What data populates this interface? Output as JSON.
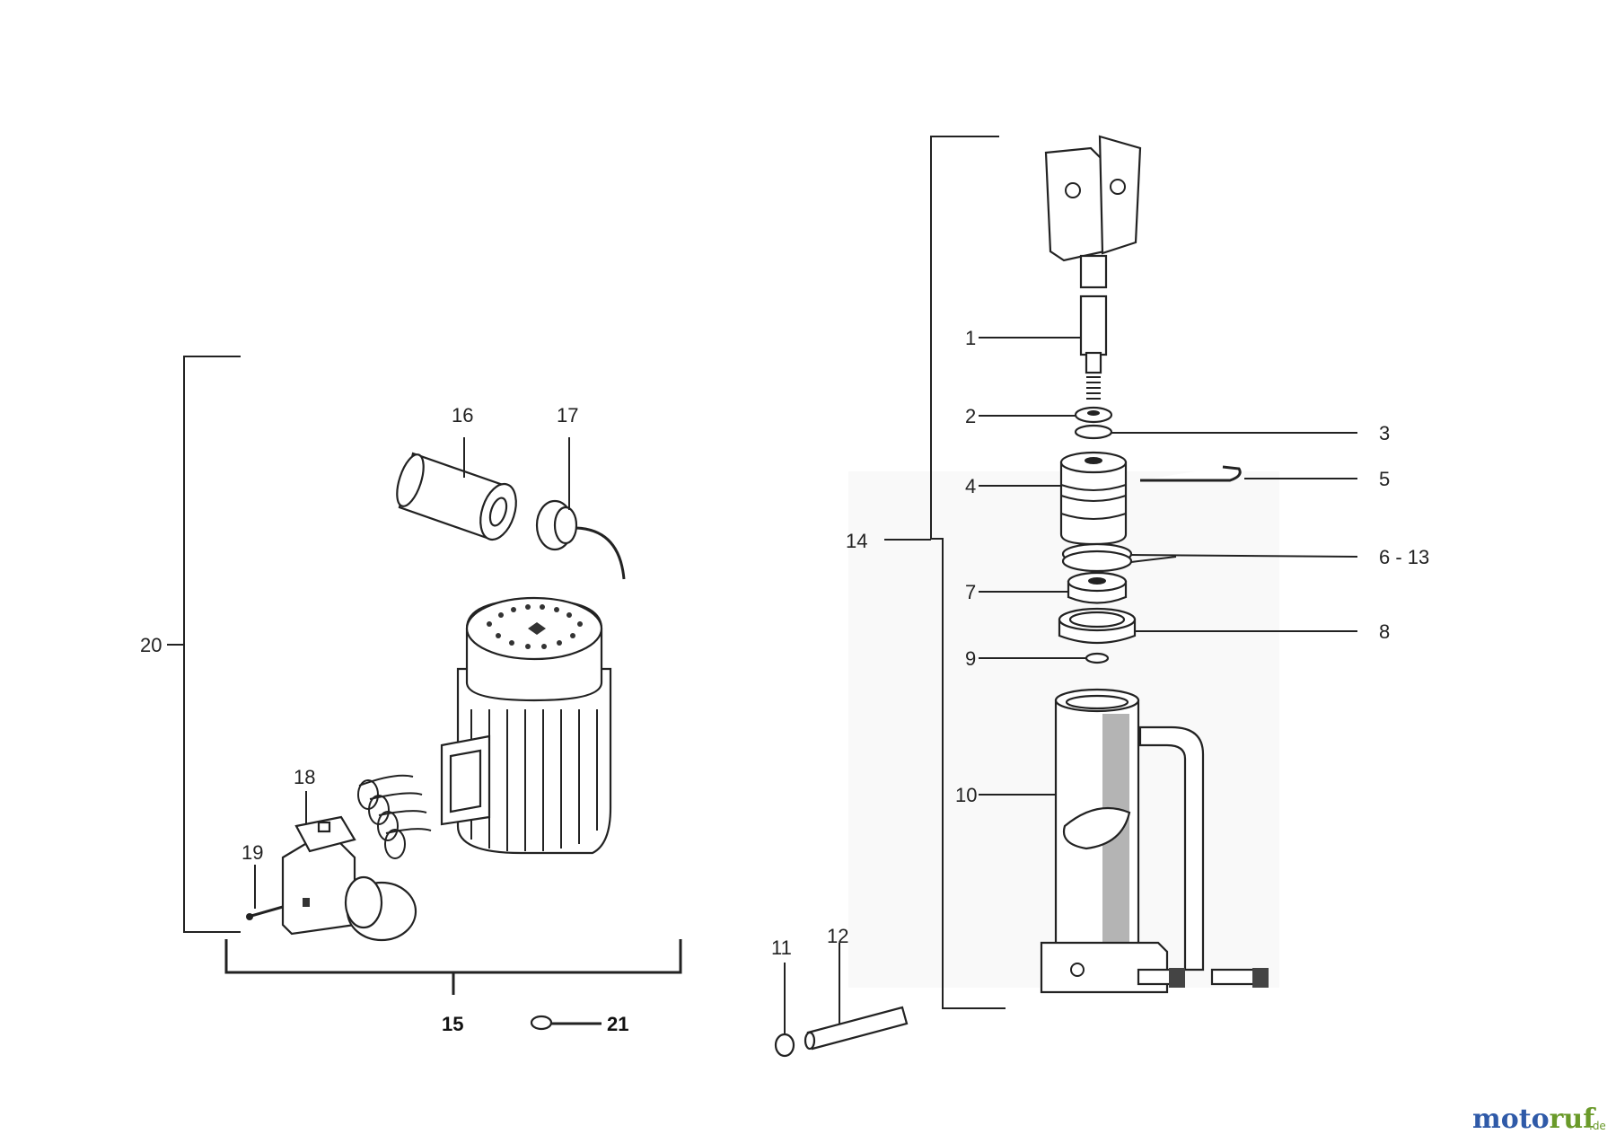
{
  "labels": {
    "l1": "1",
    "l2": "2",
    "l3": "3",
    "l4": "4",
    "l5": "5",
    "l6": "6 - 13",
    "l7": "7",
    "l8": "8",
    "l9": "9",
    "l10": "10",
    "l11": "11",
    "l12": "12",
    "l14": "14",
    "l15": "15",
    "l16": "16",
    "l17": "17",
    "l18": "18",
    "l19": "19",
    "l20": "20",
    "l21": "21"
  },
  "watermark": {
    "part1": "moto",
    "part2": "ruf",
    "suffix": ".de"
  },
  "colors": {
    "logo_blue": "#2f5aa8",
    "logo_green": "#6a9a2a",
    "line": "#222222"
  }
}
